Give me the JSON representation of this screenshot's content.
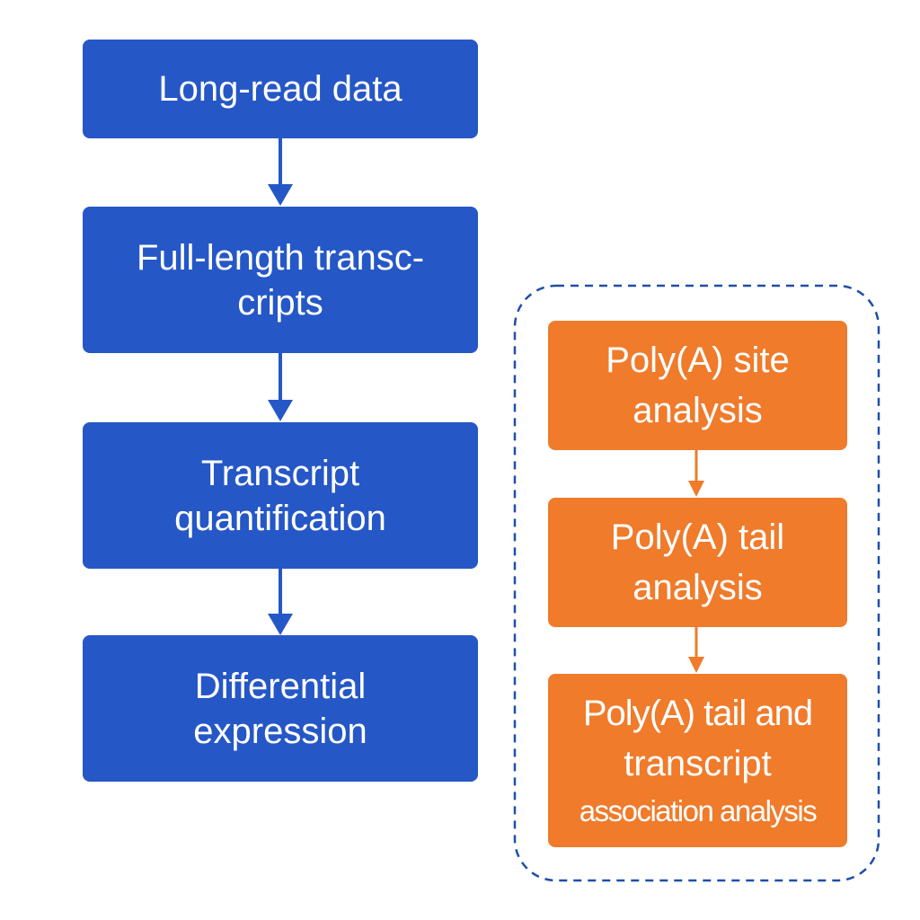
{
  "diagram": {
    "colors": {
      "main_fill": "#2557c6",
      "side_fill": "#ef7b2b",
      "group_border": "#1f4fa8",
      "main_arrow": "#2557c6",
      "side_arrow": "#ef7b2b",
      "text": "#ffffff"
    },
    "main_flow": [
      {
        "lines": [
          "Long-read data"
        ]
      },
      {
        "lines": [
          "Full-length transc-",
          "cripts"
        ]
      },
      {
        "lines": [
          "Transcript",
          "quantification"
        ]
      },
      {
        "lines": [
          "Differential",
          "expression"
        ]
      }
    ],
    "side_flow": [
      {
        "lines": [
          "Poly(A) site",
          "analysis"
        ]
      },
      {
        "lines": [
          "Poly(A) tail",
          "analysis"
        ]
      },
      {
        "lines": [
          "Poly(A) tail and",
          "transcript",
          "association analysis"
        ]
      }
    ]
  }
}
